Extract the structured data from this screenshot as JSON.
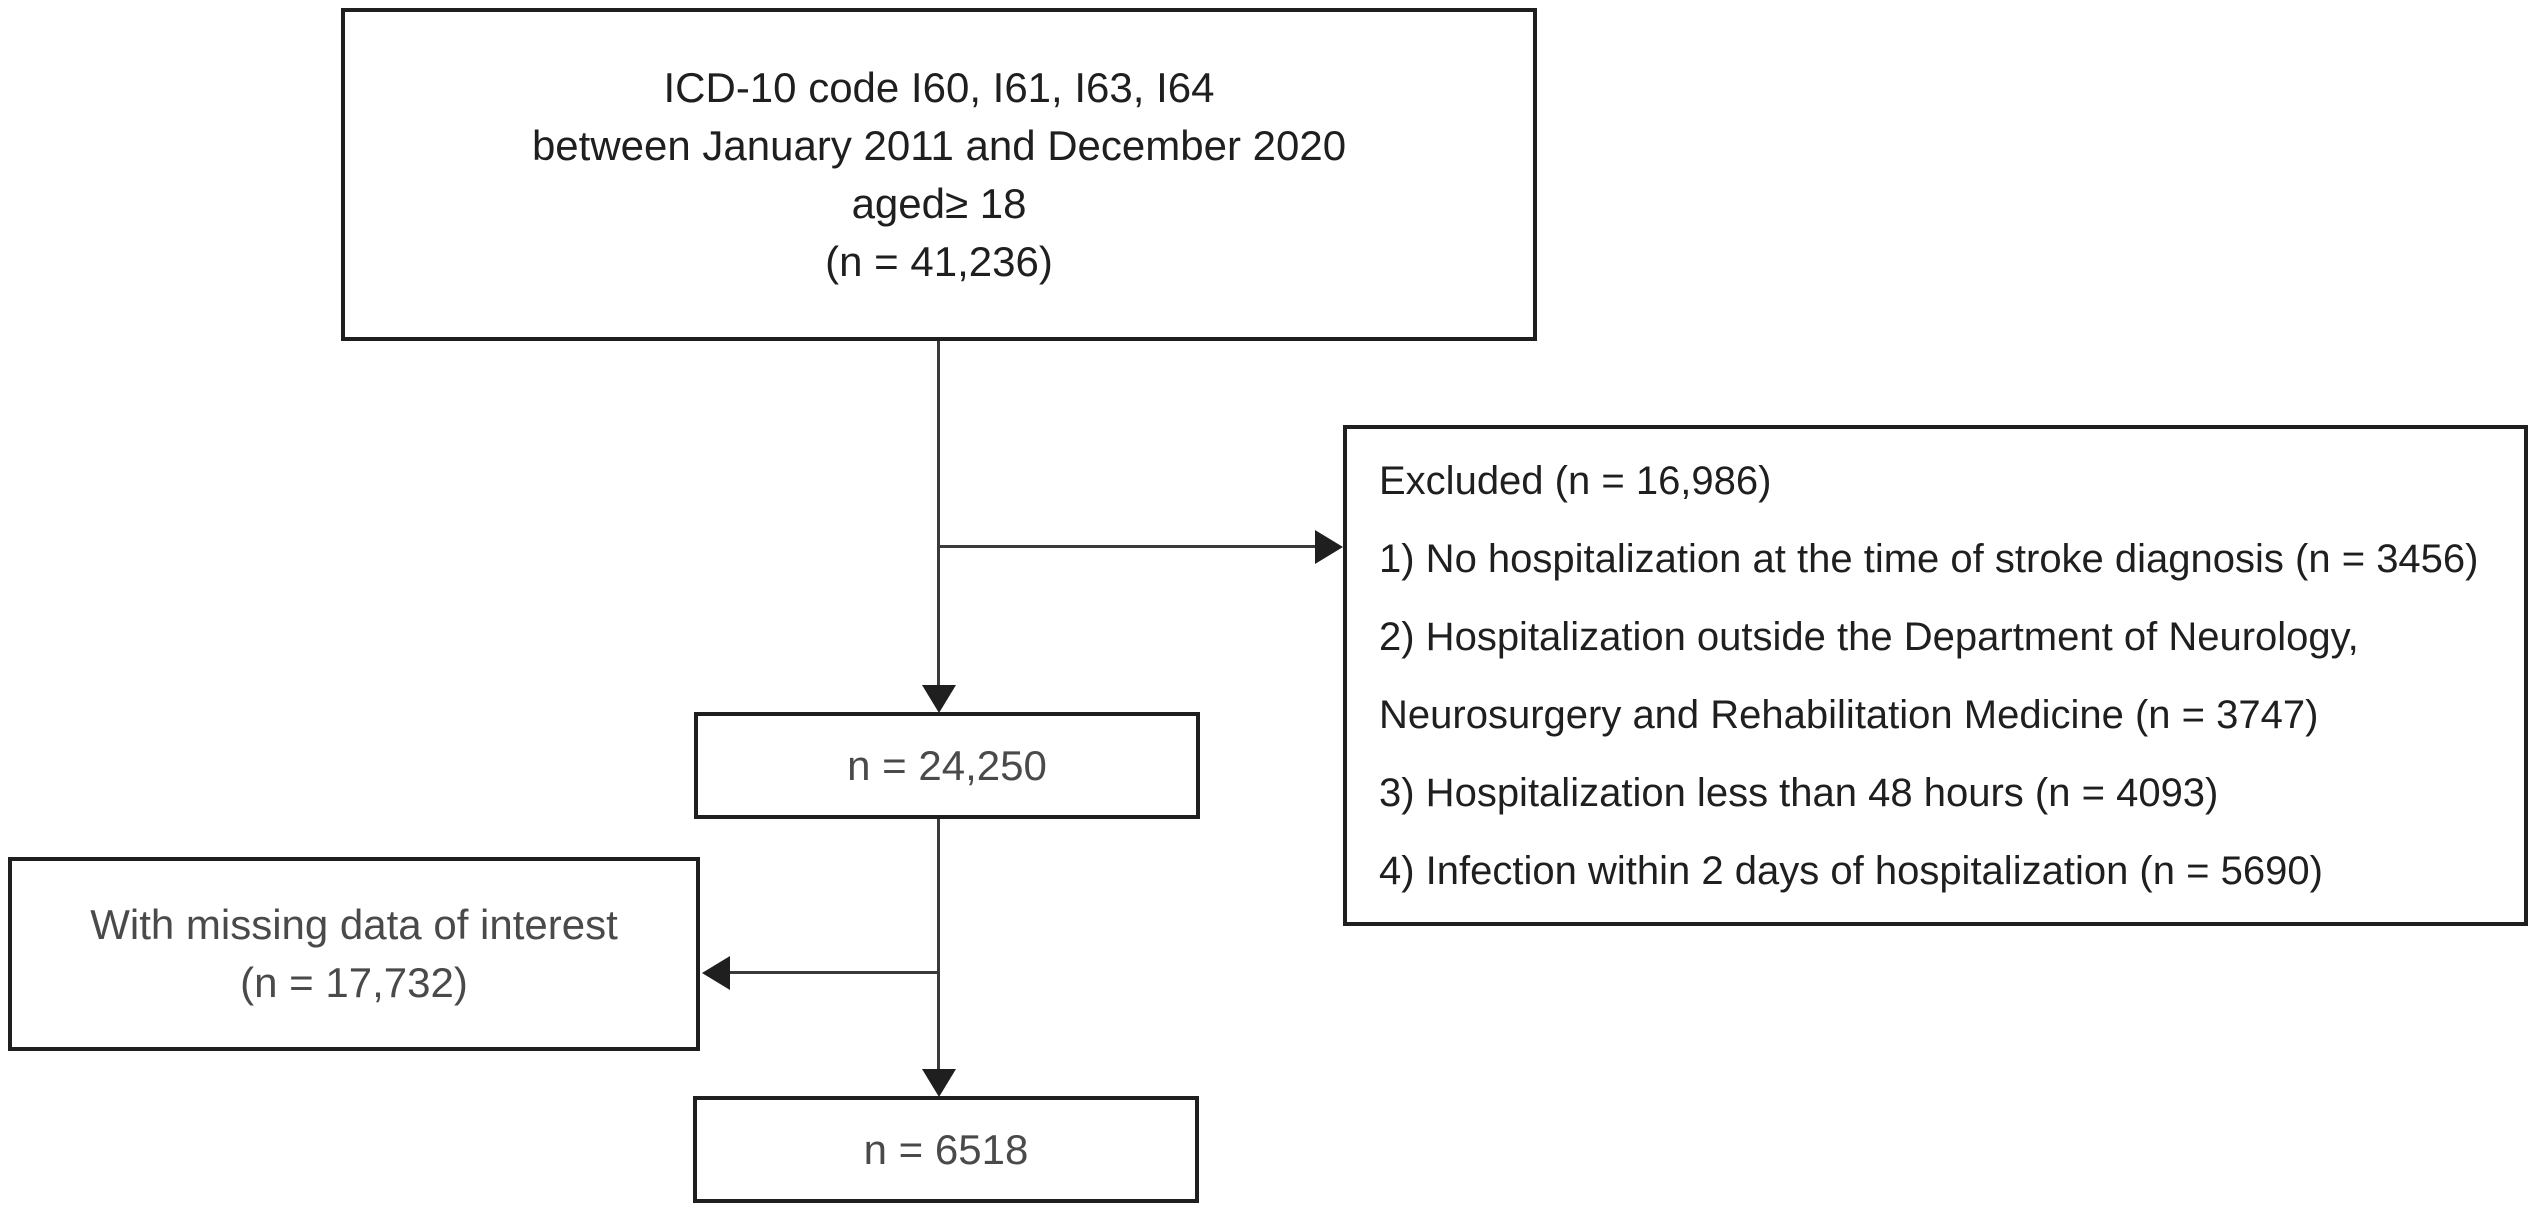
{
  "figure": {
    "type": "study-flow-diagram",
    "inclusion_box": {
      "lines": [
        "ICD-10 code I60, I61, I63, I64",
        "between January 2011 and December 2020",
        "aged≥ 18",
        "(n = 41,236)"
      ]
    },
    "excluded_box": {
      "lines": [
        "Excluded (n = 16,986)",
        "1) No hospitalization at the time of stroke diagnosis (n = 3456)",
        "2) Hospitalization outside the Department of Neurology,",
        "Neurosurgery and Rehabilitation Medicine (n = 3747)",
        "3) Hospitalization less than 48 hours (n = 4093)",
        "4) Infection within 2 days of hospitalization (n = 5690)"
      ]
    },
    "interim_cohort_box": {
      "label": "n = 24,250"
    },
    "missing_data_box": {
      "lines": [
        "With missing data of interest",
        "(n = 17,732)"
      ]
    },
    "final_cohort_box": {
      "label": "n = 6518"
    }
  },
  "colors": {
    "background": "#ffffff",
    "box_border": "#1f1f1f",
    "text_primary": "#1f1f1f",
    "text_secondary": "#4a4a4a",
    "connector": "#3a3a3a"
  }
}
